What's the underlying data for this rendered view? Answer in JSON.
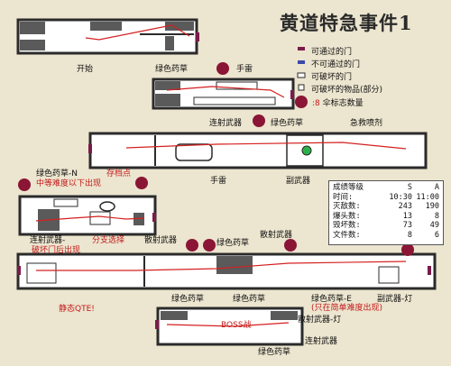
{
  "title": "黄道特急事件1",
  "legend": {
    "passable_door": "可通过的门",
    "impassable_door": "不可通过的门",
    "breakable_door": "可破坏的门",
    "breakable_items": "可破坏的物品(部分)",
    "umbrella_count": "伞标志数量",
    "umbrella_count_value": ":8"
  },
  "labels": {
    "start": "开始",
    "green_herb_1": "绿色药草",
    "grenade_1": "手雷",
    "smg_1": "连射武器",
    "green_herb_2": "绿色药草",
    "first_aid_spray": "急救喷剂",
    "grenade_2": "手雷",
    "sub_weapon_1": "副武器",
    "green_herb_n": "绿色药草-N",
    "normal_below": "中等难度以下出现",
    "save_point": "存档点",
    "smg_2": "连射武器-",
    "after_break_door": "破坏门后出现",
    "branch_choice": "分支选择",
    "shotgun_1": "散射武器",
    "green_herb_3": "绿色药草",
    "shotgun_2": "散射武器",
    "static_qte": "静态QTE!",
    "green_herb_4": "绿色药草",
    "green_herb_5": "绿色药草",
    "green_herb_e": "绿色药草-E",
    "easy_only": "(只在简单难度出现)",
    "sub_weapon_light": "副武器-灯",
    "shotgun_light": "散射武器-灯",
    "boss_battle": "BOSS战",
    "green_herb_6": "绿色药草",
    "smg_3": "连射武器"
  },
  "stats": {
    "header": [
      "成绩等级",
      "S",
      "A"
    ],
    "rows": [
      [
        "时间:",
        "10:30",
        "11:00"
      ],
      [
        "灭敌数:",
        "243",
        "190"
      ],
      [
        "爆头数:",
        "13",
        "8"
      ],
      [
        "毁坏数:",
        "73",
        "49"
      ],
      [
        "文件数:",
        "8",
        "6"
      ]
    ]
  },
  "colors": {
    "background": "#ece5cf",
    "wall": "#2b2b2b",
    "floor": "#ffffff",
    "dark_fill": "#5a5a5a",
    "route": "#d42020",
    "door_passable": "#7a1b4a",
    "door_impassable": "#3b4aa8",
    "green_item": "#2bb04a",
    "umbrella": "#8a1535"
  },
  "icons": [
    "umbrella-icon",
    "save-point-icon",
    "door-icon",
    "item-marker-icon"
  ]
}
